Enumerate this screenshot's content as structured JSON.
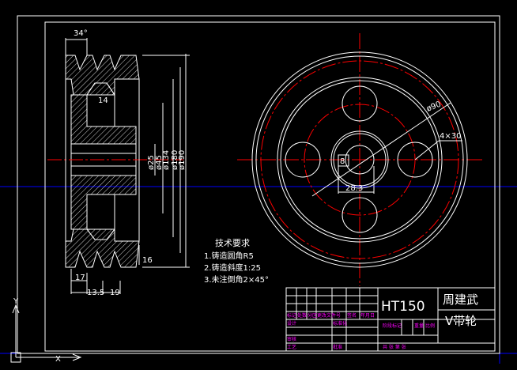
{
  "colors": {
    "background": "#000000",
    "outline": "#ffffff",
    "centerline": "#ff0000",
    "frame_blue": "#0000ff",
    "hatch": "#ffffff",
    "title_text": "#ffffff",
    "table_labels": "#ff00ff",
    "ucs": "#ffffff"
  },
  "dimensions": {
    "groove_angle": "34°",
    "groove_width": "14",
    "hole_d": "ø25",
    "hub_d": "ø45",
    "pitch_d": "ø134",
    "d180": "ø180",
    "outer_d": "ø190",
    "rim_depth": "16",
    "web_thick": "17",
    "bottom_a": "13.5",
    "bottom_b": "19",
    "bolt_circle": "ø90",
    "holes": "4×30",
    "key_width": "8",
    "key_depth": "28.3"
  },
  "notes": {
    "title": "技术要求",
    "line1": "1.铸造圆角R5",
    "line2": "2.铸造斜度1:25",
    "line3": "3.未注倒角2×45°"
  },
  "title_block": {
    "material": "HT150",
    "designer": "周建武",
    "part_name": "V带轮",
    "labels": {
      "mark": "标记",
      "count": "处数",
      "zone": "分区",
      "change_doc": "更改文件号",
      "signature": "签名",
      "date": "年月日",
      "design": "设计",
      "standardize": "标准化",
      "stage_mark": "阶段标记",
      "weight": "重量",
      "scale": "比例",
      "review": "审核",
      "process": "工艺",
      "approve": "批准",
      "sheets": "共 张 第 张"
    }
  },
  "ucs": {
    "x_label": "X",
    "y_label": "Y"
  }
}
